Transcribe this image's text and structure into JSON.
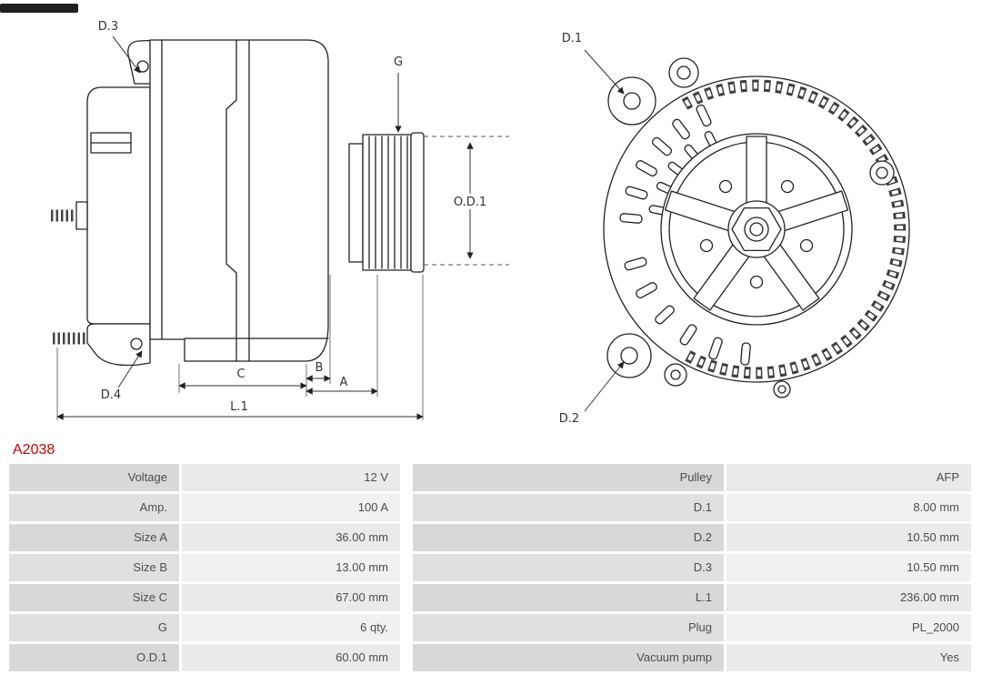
{
  "accent_color": "#cc0000",
  "part_number": "A2038",
  "diagram": {
    "labels": {
      "d1": "D.1",
      "d2": "D.2",
      "d3": "D.3",
      "d4": "D.4",
      "g": "G",
      "od1": "O.D.1",
      "a": "A",
      "b": "B",
      "c": "C",
      "l1": "L.1"
    }
  },
  "table": {
    "rows": [
      {
        "left_label": "Voltage",
        "left_value": "12 V",
        "right_label": "Pulley",
        "right_value": "AFP"
      },
      {
        "left_label": "Amp.",
        "left_value": "100 A",
        "right_label": "D.1",
        "right_value": "8.00 mm"
      },
      {
        "left_label": "Size A",
        "left_value": "36.00 mm",
        "right_label": "D.2",
        "right_value": "10.50 mm"
      },
      {
        "left_label": "Size B",
        "left_value": "13.00 mm",
        "right_label": "D.3",
        "right_value": "10.50 mm"
      },
      {
        "left_label": "Size C",
        "left_value": "67.00 mm",
        "right_label": "L.1",
        "right_value": "236.00 mm"
      },
      {
        "left_label": "G",
        "left_value": "6 qty.",
        "right_label": "Plug",
        "right_value": "PL_2000"
      },
      {
        "left_label": "O.D.1",
        "left_value": "60.00 mm",
        "right_label": "Vacuum pump",
        "right_value": "Yes"
      }
    ]
  }
}
